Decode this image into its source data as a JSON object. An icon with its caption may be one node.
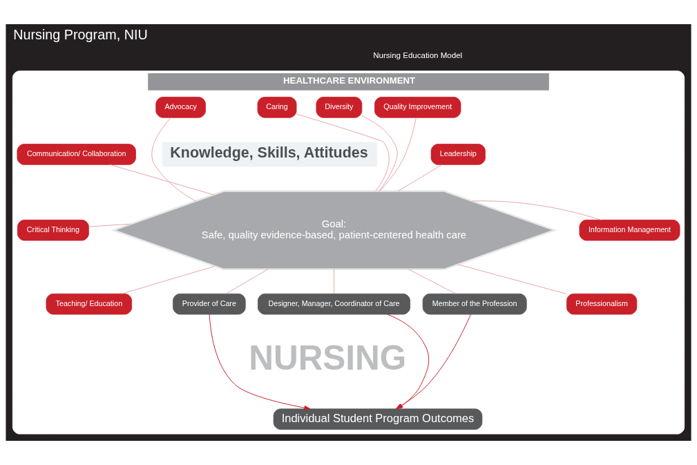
{
  "diagram": {
    "title": "Nursing Program, NIU",
    "nodes": [
      {
        "text": [
          "HEALTHCARE ENVIRONMENT"
        ]
      },
      {
        "text": [
          "Advocacy"
        ],
        "in": 0
      },
      {
        "text": [
          "Caring"
        ],
        "in": 0
      },
      {
        "text": [
          "Diversity"
        ],
        "in": 0
      },
      {
        "text": [
          "Quality Improvement"
        ],
        "in": 0
      },
      {
        "text": [
          "Communication/ Collaboration"
        ],
        "in": 0
      },
      {
        "text": [
          "Leadership"
        ],
        "in": 0
      },
      {
        "text": [
          "Critical Thinking"
        ],
        "in": 0
      },
      {
        "text": [
          "Information Management"
        ],
        "in": 0
      },
      {
        "text": [
          "Teaching/ Education"
        ],
        "in": 0
      },
      {
        "text": [
          "Professionalism"
        ],
        "in": 0
      },
      {
        "text": [
          "Goal:",
          "Safe, quality evidence-based, patient-centered health care"
        ],
        "in": 0
      },
      {
        "text": [
          "Provider of Care"
        ],
        "in": 0
      },
      {
        "text": [
          "Designer, Manager, Coordinator of Care"
        ],
        "in": 0
      },
      {
        "text": [
          "Member of the Profession"
        ],
        "in": 0
      },
      {
        "text": [
          "Individual Student Program Outcomes"
        ],
        "in": 0
      }
    ],
    "edges": [
      {
        "from": 1,
        "to": 11,
        "arrow": "none"
      },
      {
        "from": 2,
        "to": 11,
        "arrow": "none"
      },
      {
        "from": 3,
        "to": 11,
        "arrow": "none"
      },
      {
        "from": 4,
        "to": 11,
        "arrow": "none"
      },
      {
        "from": 5,
        "to": 11,
        "arrow": "none"
      },
      {
        "from": 6,
        "to": 11,
        "arrow": "none"
      },
      {
        "from": 7,
        "to": 11,
        "arrow": "none"
      },
      {
        "from": 8,
        "to": 11,
        "arrow": "none"
      },
      {
        "from": 9,
        "to": 11,
        "arrow": "none"
      },
      {
        "from": 10,
        "to": 11,
        "arrow": "none"
      },
      {
        "from": 11,
        "to": 12,
        "arrow": "none"
      },
      {
        "from": 11,
        "to": 13,
        "arrow": "none"
      },
      {
        "from": 11,
        "to": 14,
        "arrow": "none"
      },
      {
        "from": 12,
        "to": 15,
        "arrow": "to",
        "color": "#c8202a"
      },
      {
        "from": 13,
        "to": 15,
        "arrow": "to",
        "color": "#c8202a"
      },
      {
        "from": 14,
        "to": 15,
        "arrow": "to",
        "color": "#c8202a"
      }
    ],
    "labels": [
      "Nursing Education Model",
      "Knowledge, Skills, Attitudes",
      "NURSING"
    ]
  }
}
